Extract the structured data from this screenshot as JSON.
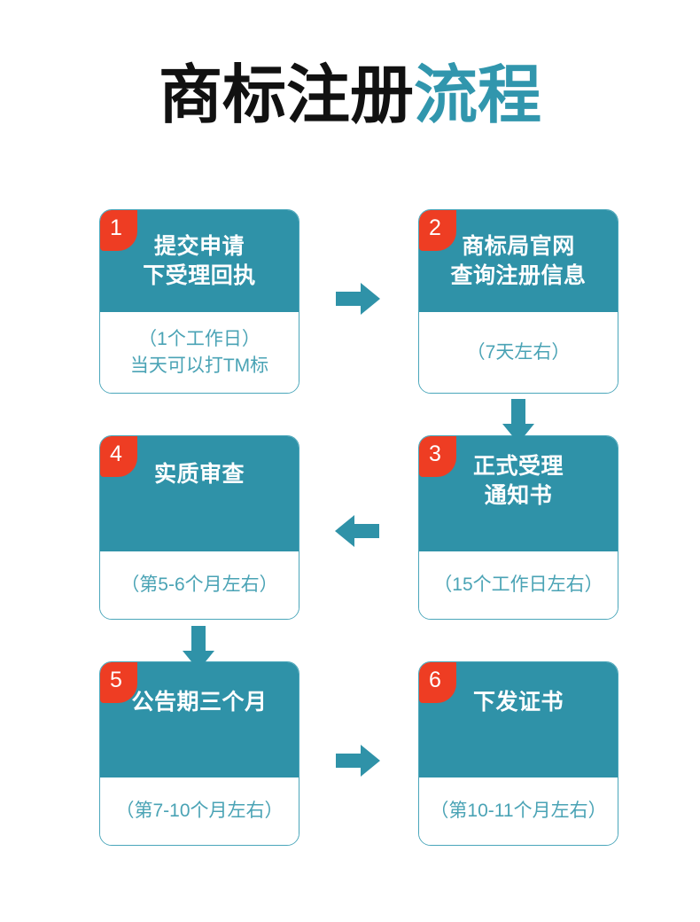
{
  "title": {
    "main": "商标注册",
    "accent": "流程",
    "full": "商标注册流程"
  },
  "colors": {
    "teal": "#2f92a8",
    "teal_light": "#4aa3b5",
    "badge_red": "#ee3d23",
    "title_black": "#111111",
    "background": "#ffffff"
  },
  "steps": [
    {
      "number": "1",
      "title": "提交申请\n下受理回执",
      "note_lines": [
        "（1个工作日）",
        "当天可以打TM标"
      ]
    },
    {
      "number": "2",
      "title": "商标局官网\n查询注册信息",
      "note_lines": [
        "（7天左右）"
      ]
    },
    {
      "number": "4",
      "title": "实质审查",
      "note_lines": [
        "（第5-6个月左右）"
      ]
    },
    {
      "number": "3",
      "title": "正式受理\n通知书",
      "note_lines": [
        "（15个工作日左右）"
      ]
    },
    {
      "number": "5",
      "title": "公告期三个月",
      "note_lines": [
        "（第7-10个月左右）"
      ]
    },
    {
      "number": "6",
      "title": "下发证书",
      "note_lines": [
        "（第10-11个月左右）"
      ]
    }
  ],
  "arrows": [
    {
      "name": "arrow-step1-to-step2",
      "direction": "right"
    },
    {
      "name": "arrow-step2-to-step3",
      "direction": "down"
    },
    {
      "name": "arrow-step3-to-step4",
      "direction": "left"
    },
    {
      "name": "arrow-step4-to-step5",
      "direction": "down"
    },
    {
      "name": "arrow-step5-to-step6",
      "direction": "right"
    }
  ]
}
